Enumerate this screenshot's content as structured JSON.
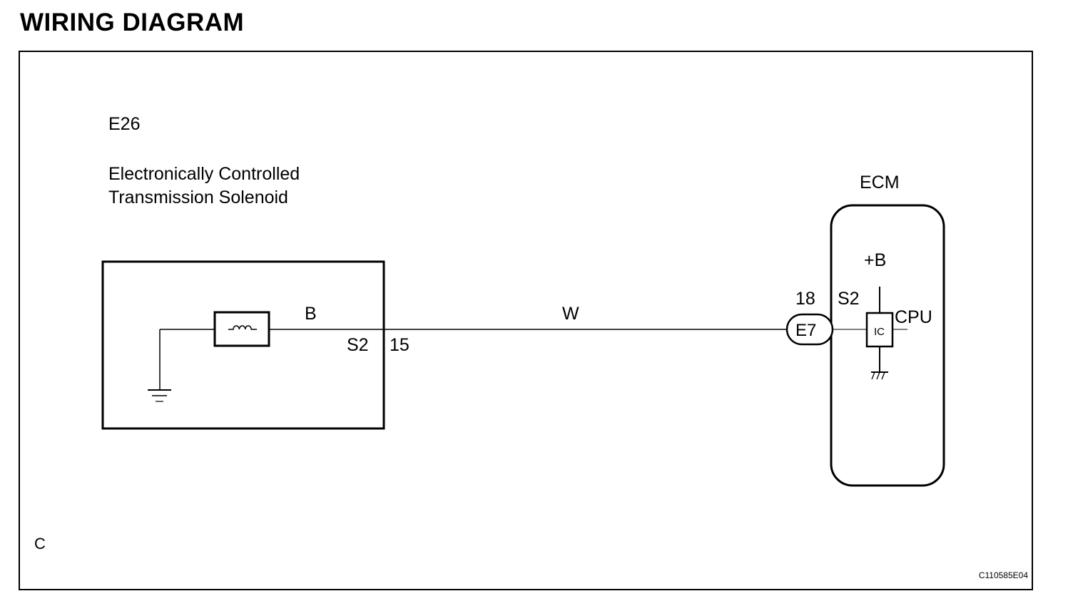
{
  "page_title": "WIRING DIAGRAM",
  "solenoid": {
    "connector_code": "E26",
    "name_line1": "Electronically Controlled",
    "name_line2": "Transmission Solenoid",
    "wire_color_inside": "B",
    "terminal_name": "S2",
    "terminal_number": "15"
  },
  "harness": {
    "wire_color": "W"
  },
  "ecm": {
    "title": "ECM",
    "connector_code": "E7",
    "terminal_number": "18",
    "terminal_name": "S2",
    "supply_label": "+B",
    "ic_label": "IC",
    "cpu_label": "CPU"
  },
  "corner_letter": "C",
  "figure_code": "C110585E04"
}
